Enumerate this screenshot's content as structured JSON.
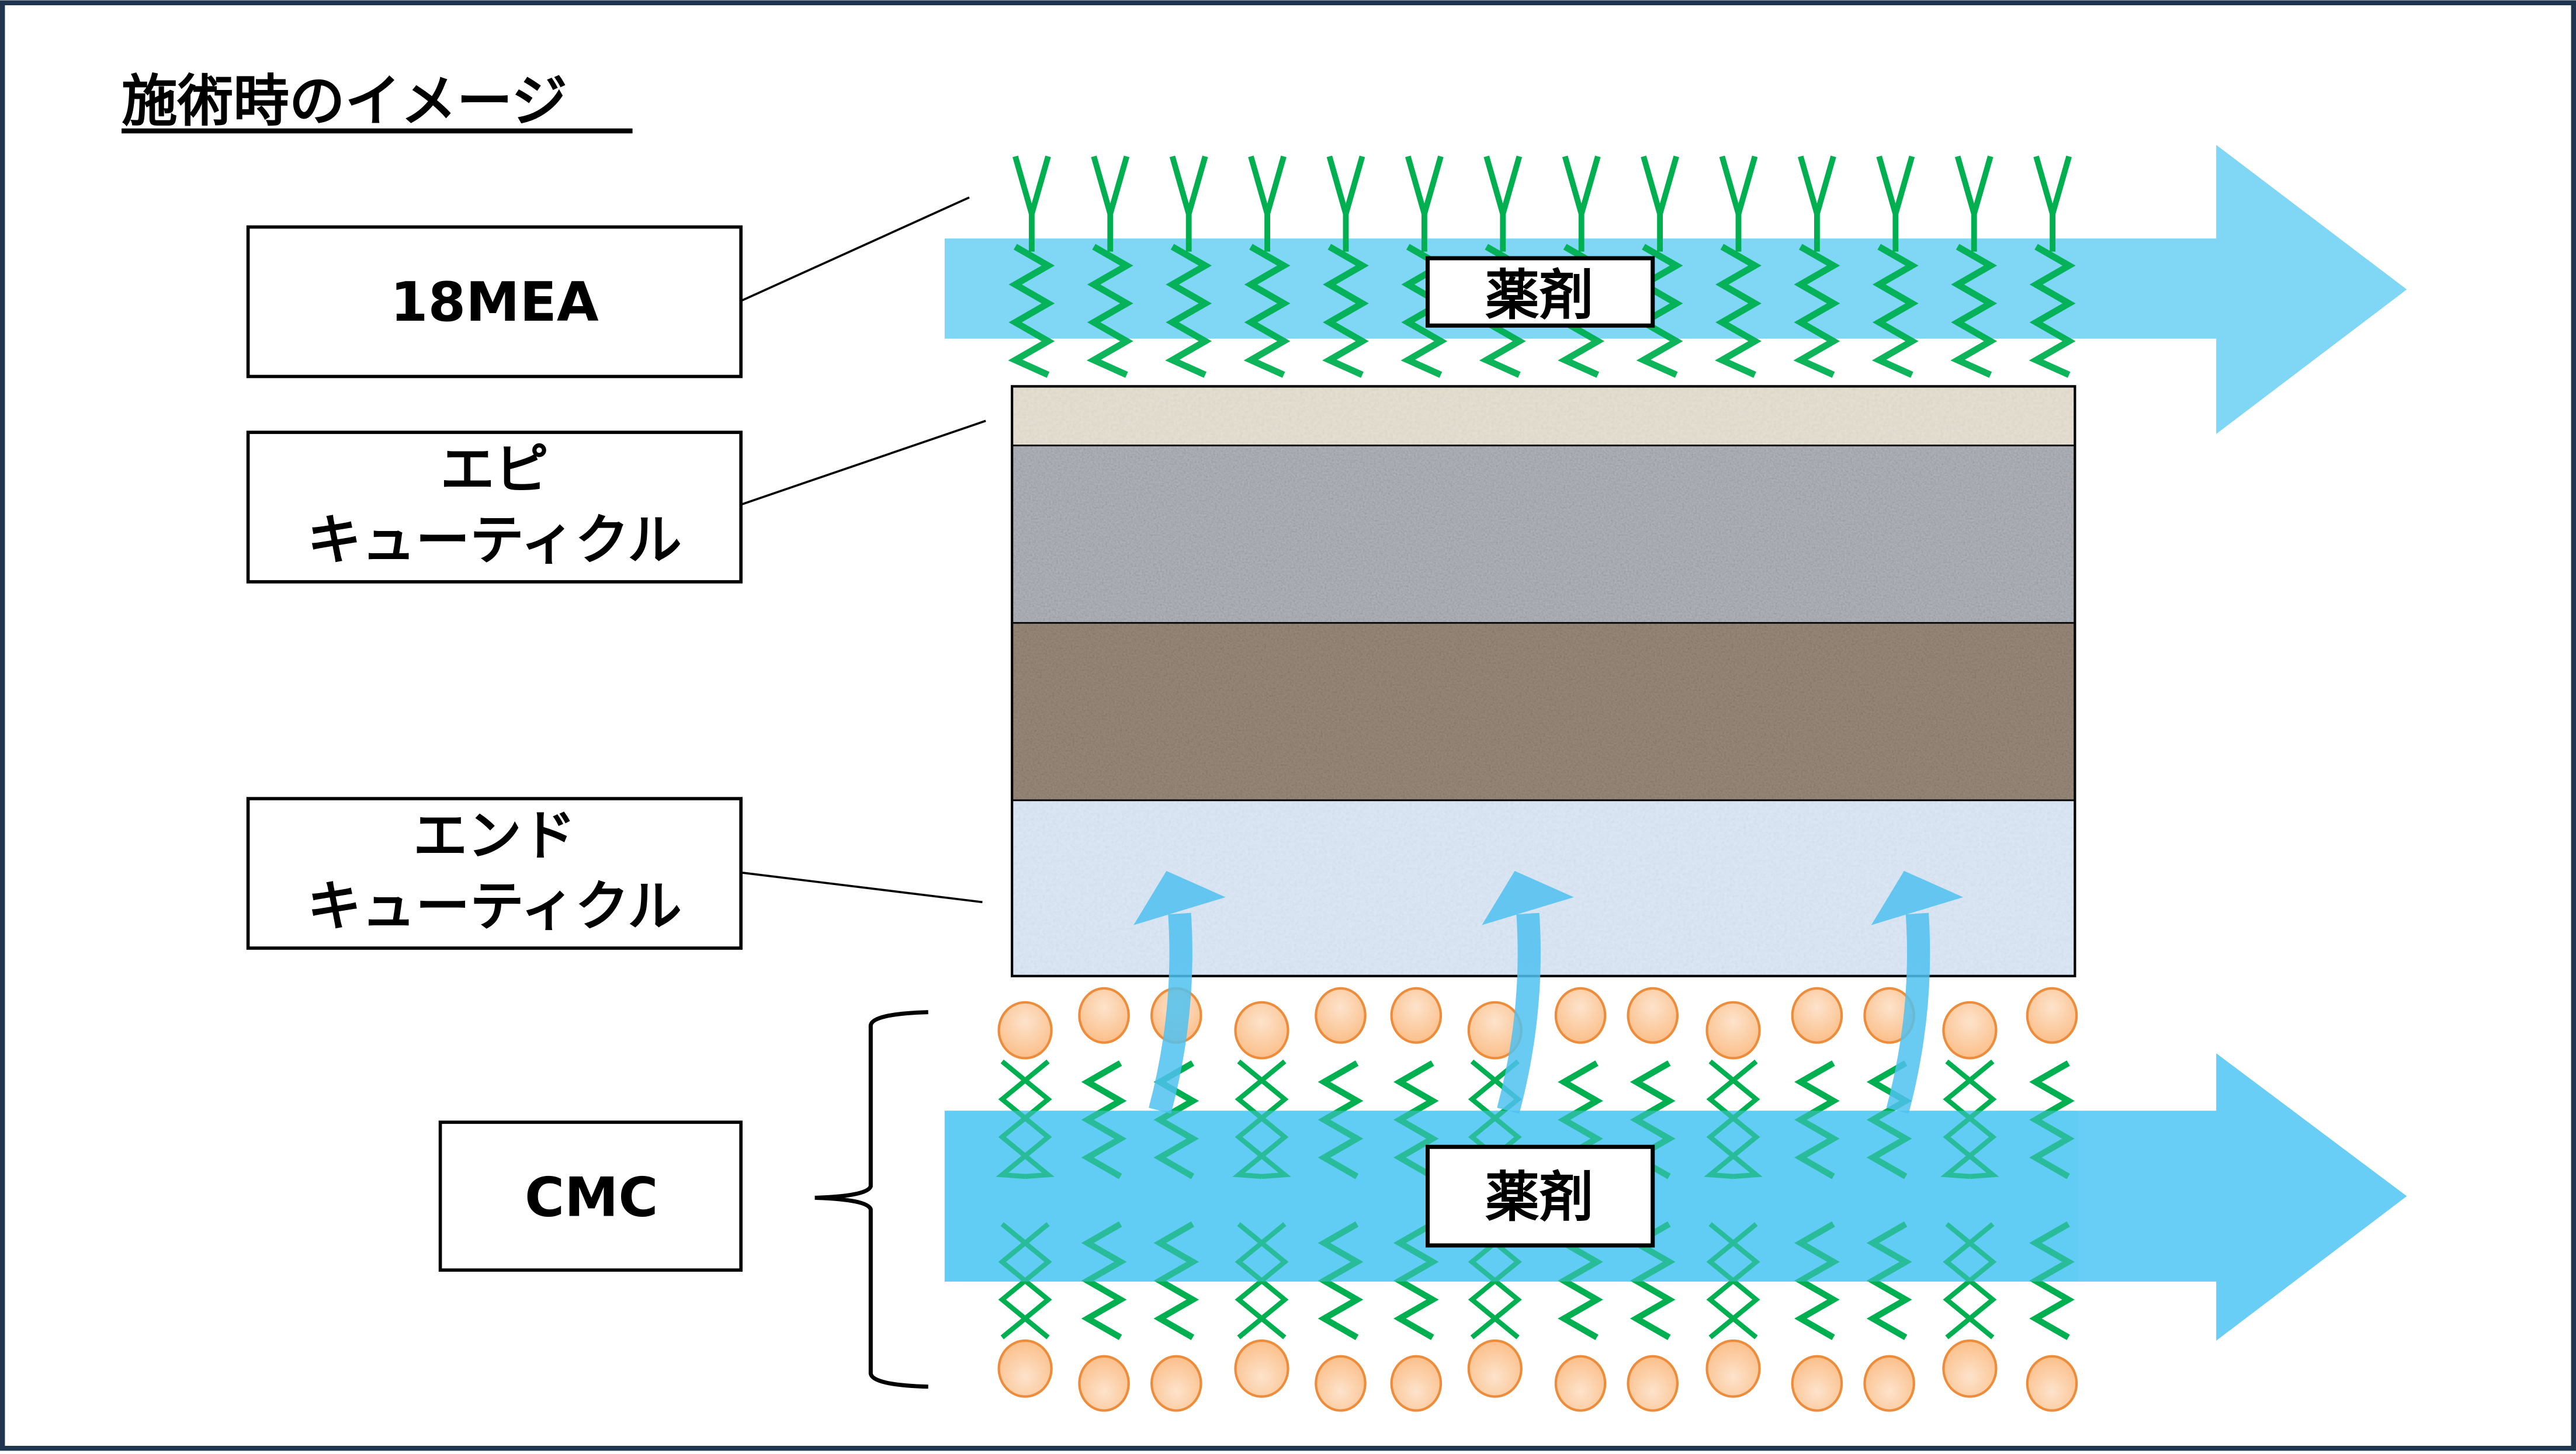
{
  "title": "施術時のイメージ",
  "labels": {
    "mea": "18MEA",
    "epi_line1": "エピ",
    "epi_line2": "キューティクル",
    "endo_line1": "エンド",
    "endo_line2": "キューティクル",
    "cmc": "CMC"
  },
  "flows": {
    "top_agent": "薬剤",
    "bottom_agent": "薬剤",
    "penetration_arrows": 3
  },
  "layers": [
    {
      "name": "epicuticle-layer",
      "color": "#e6dfd2"
    },
    {
      "name": "exocuticle-layer",
      "color": "#a9aab0"
    },
    {
      "name": "cortex-layer",
      "color": "#8d7d6e"
    },
    {
      "name": "endocuticle-layer",
      "color": "#dce8f6"
    }
  ],
  "mea_molecules": 14,
  "cmc_pattern": [
    "double",
    "single",
    "single",
    "double",
    "single",
    "single",
    "double",
    "single",
    "single",
    "double",
    "single",
    "single",
    "double",
    "single"
  ],
  "colors": {
    "frame": "#1f3550",
    "arrow": "#5ccbf3",
    "chain": "#00b050",
    "head_fill": "#fbc595",
    "head_stroke": "#ed8c3a"
  }
}
